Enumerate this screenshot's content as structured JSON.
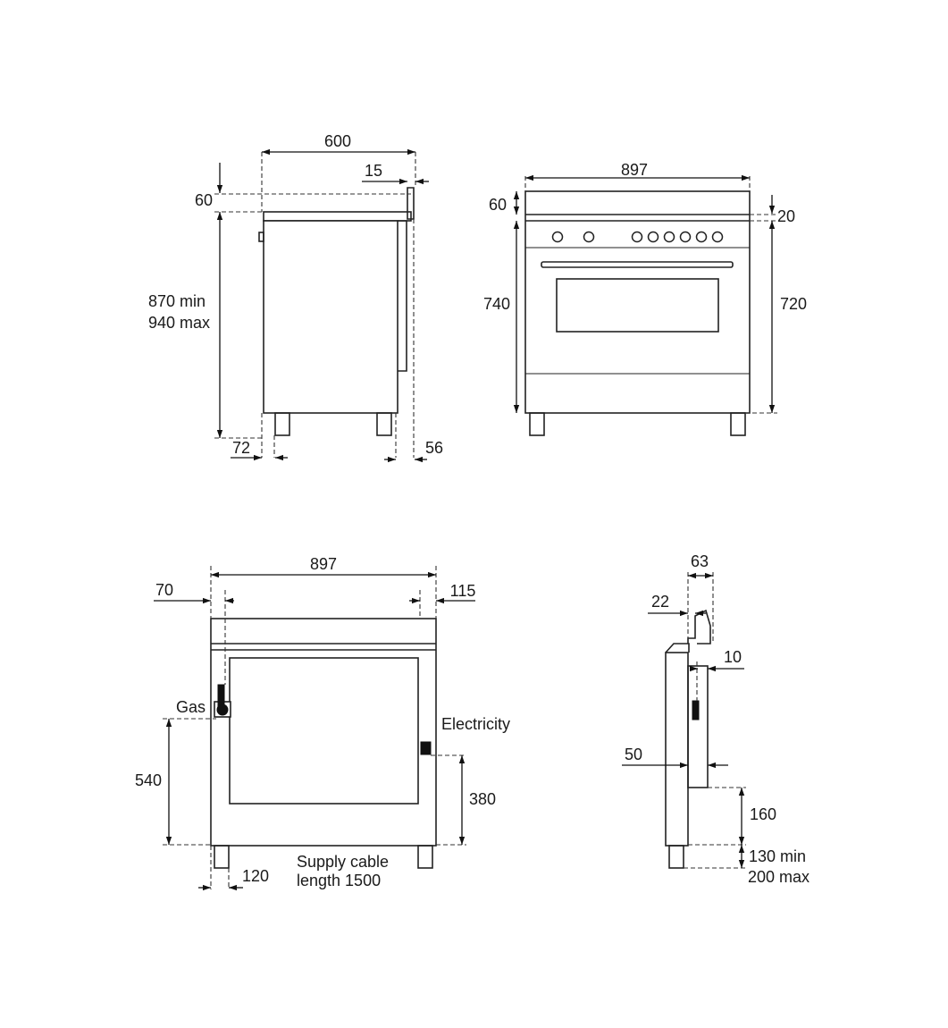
{
  "views": {
    "side": {
      "width": "600",
      "rear_offset": "15",
      "top_height": "60",
      "height_min": "870 min",
      "height_max": "940 max",
      "front_foot_offset": "72",
      "rear_foot_offset": "56"
    },
    "front": {
      "width": "897",
      "top_height": "60",
      "top_offset": "20",
      "body_height": "740",
      "rear_height": "720"
    },
    "rear": {
      "width": "897",
      "left_offset": "70",
      "right_offset": "115",
      "gas_label": "Gas",
      "gas_height": "540",
      "electricity_label": "Electricity",
      "electricity_height": "380",
      "foot_offset": "120",
      "cable_line1": "Supply cable",
      "cable_line2": "length 1500"
    },
    "profile": {
      "depth": "63",
      "upper_offset": "22",
      "mid_offset": "10",
      "lower_offset": "50",
      "connection_height": "160",
      "leg_min": "130 min",
      "leg_max": "200 max"
    }
  }
}
